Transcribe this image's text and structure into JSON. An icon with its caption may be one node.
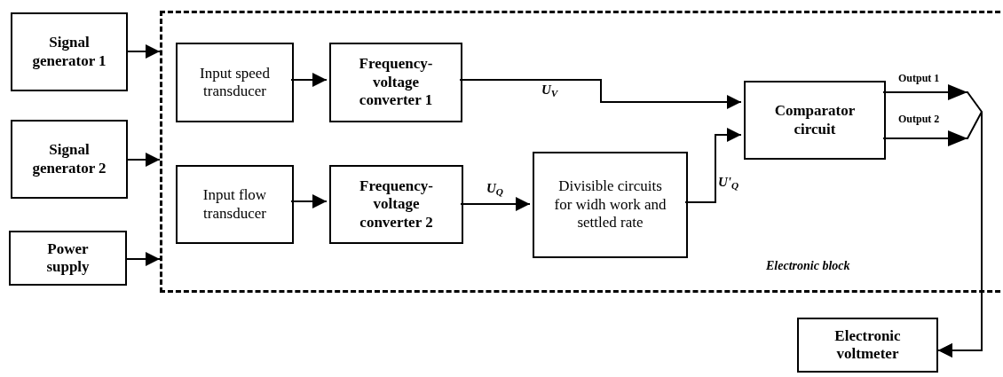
{
  "diagram": {
    "nodes": [
      {
        "text": [
          "Signal generator 1"
        ]
      },
      {
        "text": [
          "Signal generator 2"
        ]
      },
      {
        "text": [
          "Power supply"
        ]
      },
      {
        "text": [
          "Electronic block"
        ]
      },
      {
        "text": [
          "Input speed transducer"
        ],
        "in": 3
      },
      {
        "text": [
          "Frequency-voltage converter 1"
        ],
        "in": 3
      },
      {
        "text": [
          "Input flow transducer"
        ],
        "in": 3
      },
      {
        "text": [
          "Frequency-voltage converter 2"
        ],
        "in": 3
      },
      {
        "text": [
          "Divisible circuits for widh work and settled rate"
        ],
        "in": 3
      },
      {
        "text": [
          "Comparator circuit"
        ],
        "in": 3
      },
      {
        "text": [
          "Electronic voltmeter"
        ]
      }
    ],
    "edges": [
      {
        "from": 0,
        "to": 3,
        "arrow": "to"
      },
      {
        "from": 1,
        "to": 3,
        "arrow": "to"
      },
      {
        "from": 2,
        "to": 3,
        "arrow": "to"
      },
      {
        "from": 4,
        "to": 5,
        "arrow": "to"
      },
      {
        "from": 5,
        "to": 9,
        "arrow": "to",
        "label": "U$_{V}$"
      },
      {
        "from": 6,
        "to": 7,
        "arrow": "to"
      },
      {
        "from": 7,
        "to": 8,
        "arrow": "to",
        "label": "U$_{Q}$"
      },
      {
        "from": 8,
        "to": 9,
        "arrow": "to",
        "label": "U'$_{Q}$"
      },
      {
        "from": 9,
        "to": 10,
        "arrow": "to",
        "label": "Output 1"
      },
      {
        "from": 9,
        "to": 10,
        "arrow": "to",
        "label": "Output 2"
      }
    ]
  }
}
